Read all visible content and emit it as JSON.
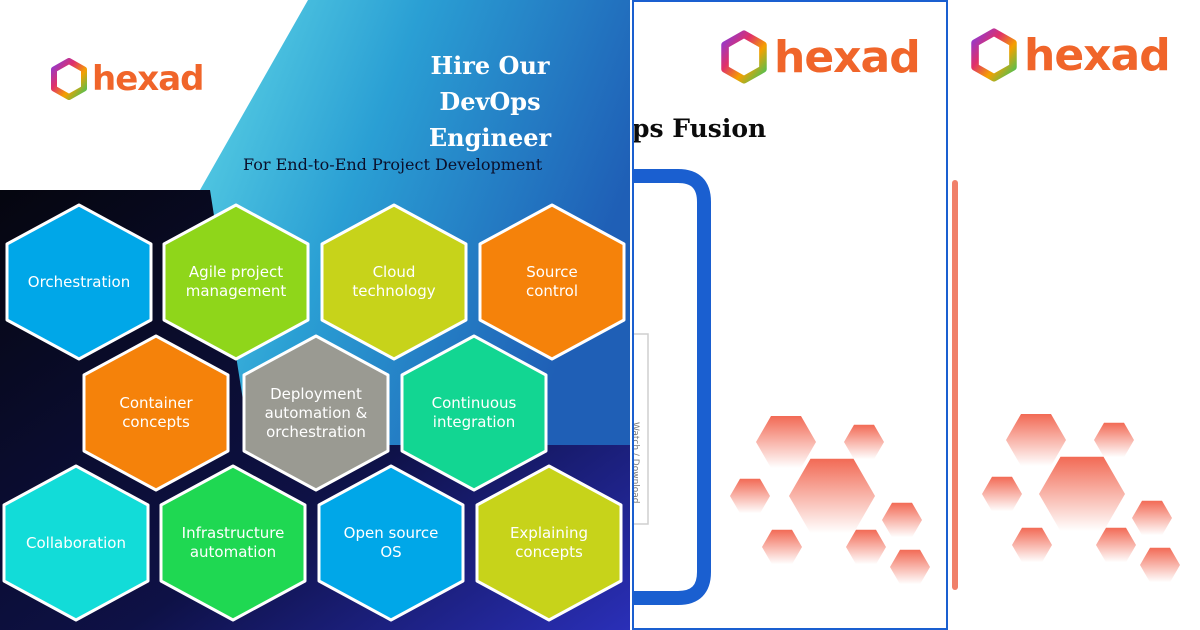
{
  "brand": {
    "name": "hexad",
    "text_color": "#f0652a",
    "logo_icon": "hexagon-gradient-icon"
  },
  "main_panel": {
    "headline_line1": "Hire Our",
    "headline_line2": "DevOps Engineer",
    "subheadline": "For End-to-End Project Development",
    "accent_colors": {
      "cyan_banner": "#3fc4e0",
      "blue_banner": "#1e63b8",
      "dark_bg": "#0b0d2e"
    },
    "hexagons": [
      {
        "label": "Orchestration",
        "color": "#00a7e8"
      },
      {
        "label": "Agile project management",
        "color": "#8fd61a"
      },
      {
        "label": "Cloud technology",
        "color": "#c7d31a"
      },
      {
        "label": "Source control",
        "color": "#f5820a"
      },
      {
        "label": "Container concepts",
        "color": "#f5820a"
      },
      {
        "label": "Deployment automation & orchestration",
        "color": "#9a9a92"
      },
      {
        "label": "Continuous integration",
        "color": "#12d692"
      },
      {
        "label": "Collaboration",
        "color": "#12dcd8"
      },
      {
        "label": "Infrastructure automation",
        "color": "#1fd852"
      },
      {
        "label": "Open source OS",
        "color": "#00a7e8"
      },
      {
        "label": "Explaining concepts",
        "color": "#c7d31a"
      }
    ]
  },
  "mid_panel": {
    "title_fragment": "ps Fusion",
    "vertical_text": "Watch / Download",
    "frame_color": "#1a5fd0",
    "decor_color": "#f26a55"
  },
  "right_panel": {
    "decor_color": "#f26a55"
  }
}
